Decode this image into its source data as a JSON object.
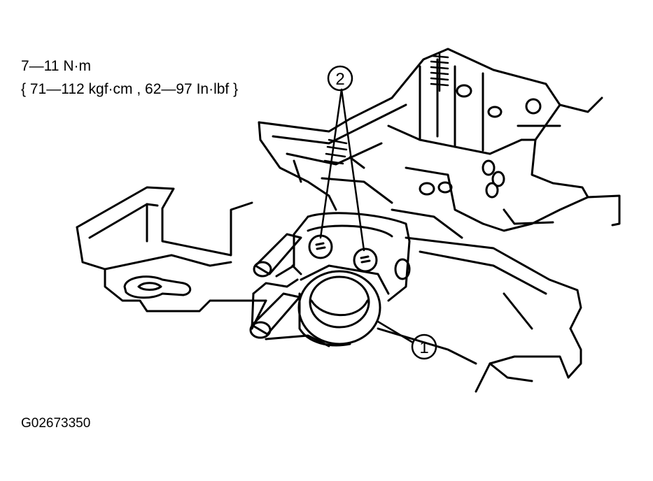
{
  "torque_spec": {
    "line1": "7—11 N·m",
    "line2": "{ 71—112 kgf·cm , 62—97 In·lbf }"
  },
  "callouts": {
    "one": "1",
    "two": "2"
  },
  "figure_code": "G02673350",
  "colors": {
    "ink": "#000000",
    "paper": "#ffffff"
  }
}
